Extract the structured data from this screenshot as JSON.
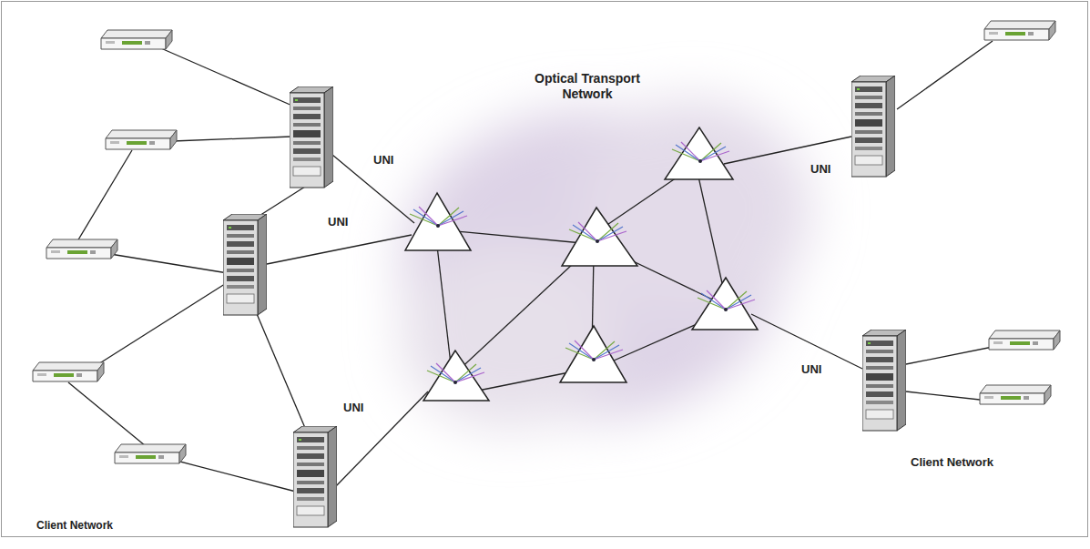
{
  "diagram": {
    "labels": [
      "Optical Transport Network",
      "UNI",
      "UNI",
      "UNI",
      "UNI",
      "UNI",
      "Client Network",
      "Client Network"
    ]
  }
}
